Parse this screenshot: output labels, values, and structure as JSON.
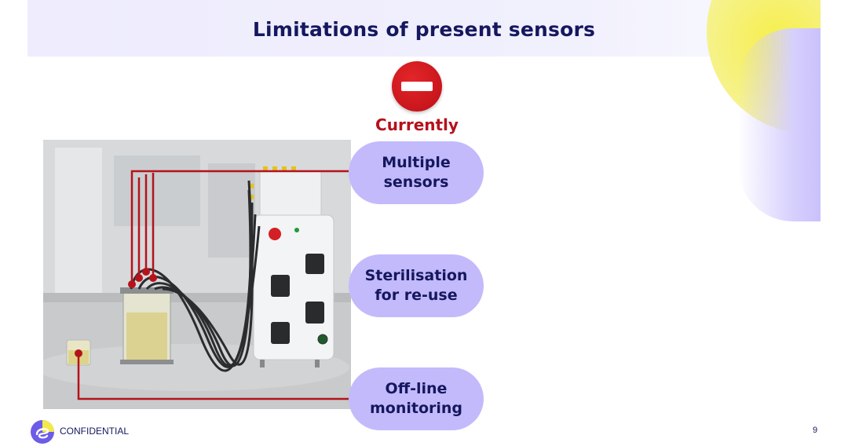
{
  "slide": {
    "title": "Limitations of present sensors",
    "status_label": "Currently",
    "limitations": [
      {
        "label": "Multiple\nsensors"
      },
      {
        "label": "Sterilisation\nfor re-use"
      },
      {
        "label": "Off-line\nmonitoring"
      }
    ],
    "footer": {
      "label": "CONFIDENTIAL",
      "page_number": "9"
    }
  },
  "colors": {
    "title": "#15175f",
    "accent_red": "#b5121b",
    "pill": "#c3bafc",
    "header_band": "#eeecfd"
  },
  "icons": {
    "status": "no-entry-icon",
    "logo": "swirl-logo-icon"
  }
}
